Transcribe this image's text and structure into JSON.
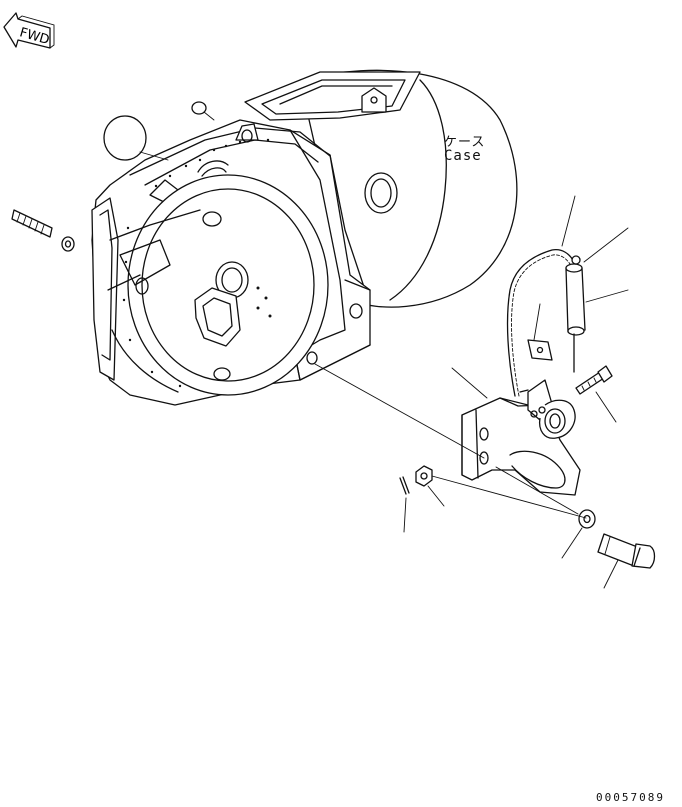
{
  "direction_indicator": {
    "label": "FWD"
  },
  "labels": {
    "case_japanese": "ケース",
    "case_english": "Case"
  },
  "drawing_number": "00057089"
}
